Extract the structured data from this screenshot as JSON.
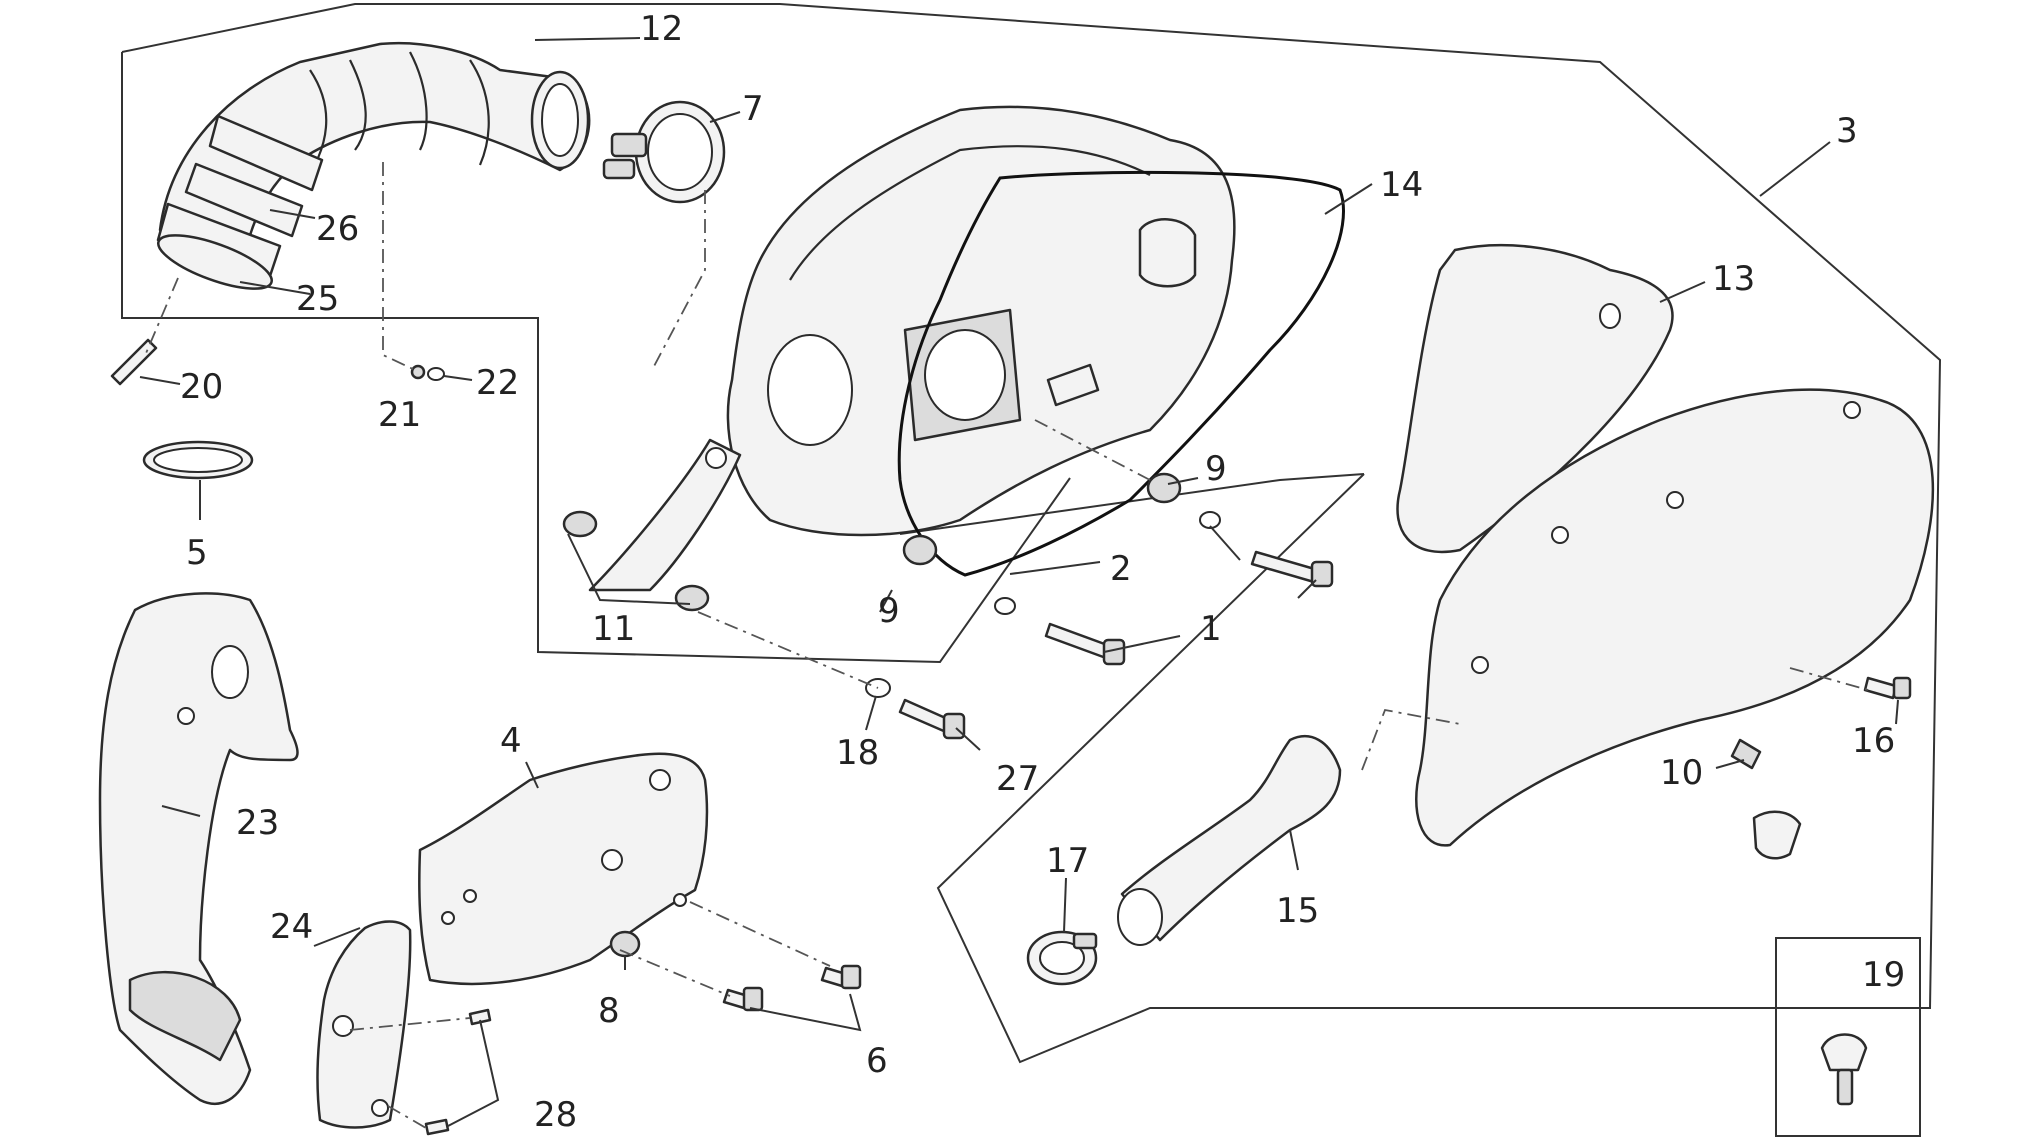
{
  "callouts": [
    {
      "id": "c1",
      "text": "1"
    },
    {
      "id": "c2",
      "text": "2"
    },
    {
      "id": "c3",
      "text": "3"
    },
    {
      "id": "c4",
      "text": "4"
    },
    {
      "id": "c5",
      "text": "5"
    },
    {
      "id": "c6",
      "text": "6"
    },
    {
      "id": "c7",
      "text": "7"
    },
    {
      "id": "c8",
      "text": "8"
    },
    {
      "id": "c9a",
      "text": "9"
    },
    {
      "id": "c9b",
      "text": "9"
    },
    {
      "id": "c10",
      "text": "10"
    },
    {
      "id": "c11",
      "text": "11"
    },
    {
      "id": "c12",
      "text": "12"
    },
    {
      "id": "c13",
      "text": "13"
    },
    {
      "id": "c14",
      "text": "14"
    },
    {
      "id": "c15",
      "text": "15"
    },
    {
      "id": "c16",
      "text": "16"
    },
    {
      "id": "c17",
      "text": "17"
    },
    {
      "id": "c18",
      "text": "18"
    },
    {
      "id": "c19",
      "text": "19"
    },
    {
      "id": "c20",
      "text": "20"
    },
    {
      "id": "c21",
      "text": "21"
    },
    {
      "id": "c22",
      "text": "22"
    },
    {
      "id": "c23",
      "text": "23"
    },
    {
      "id": "c24",
      "text": "24"
    },
    {
      "id": "c25",
      "text": "25"
    },
    {
      "id": "c26",
      "text": "26"
    },
    {
      "id": "c27",
      "text": "27"
    },
    {
      "id": "c28",
      "text": "28"
    }
  ],
  "style": {
    "ink": "#2b2b2b",
    "part_fill": "#f3f3f3",
    "background": "#ffffff"
  }
}
